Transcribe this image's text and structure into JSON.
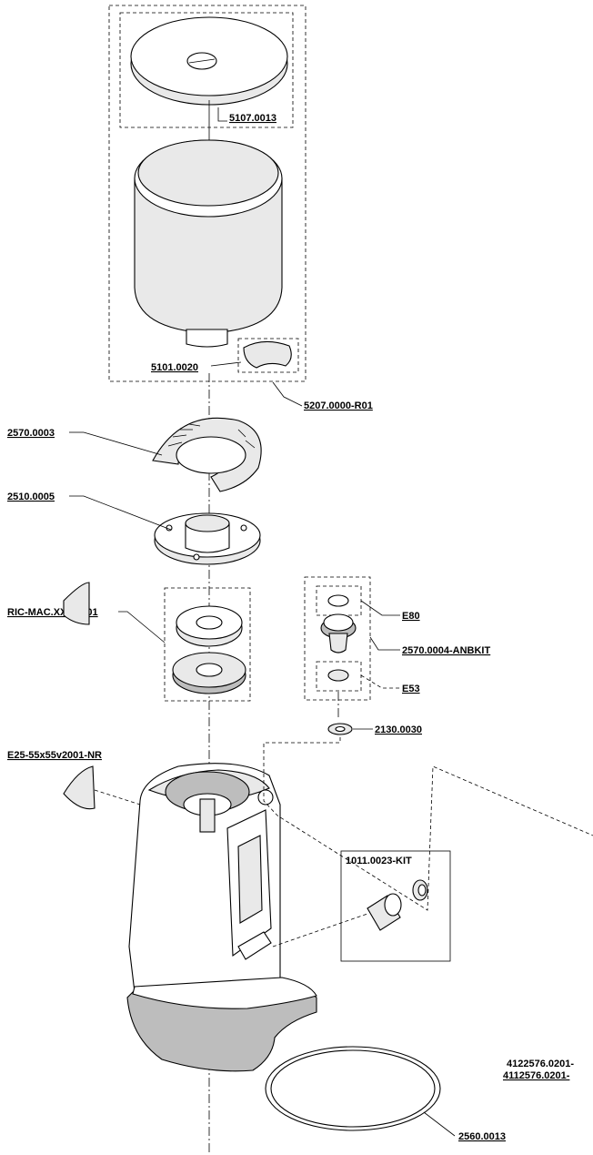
{
  "parts": {
    "hopper_lid": "5107.0013",
    "hopper_slide": "5101.0020",
    "hopper_assembly": "5207.0000-R01",
    "burr_carrier_top": "2570.0003",
    "burr_carrier_ring": "2510.0005",
    "burr_set": "RIC-MAC.XX75-001",
    "adjustment_cap": "E80",
    "adjustment_kit": "2570.0004-ANBKIT",
    "adjustment_insert": "E53",
    "washer": "2130.0030",
    "side_cover": "E25-55x55v2001-NR",
    "switch_kit": "1011.0023-KIT",
    "ref_part_a": "4122576.0201-",
    "ref_part_b": "4112576.0201-",
    "base_ring": "2560.0013"
  }
}
